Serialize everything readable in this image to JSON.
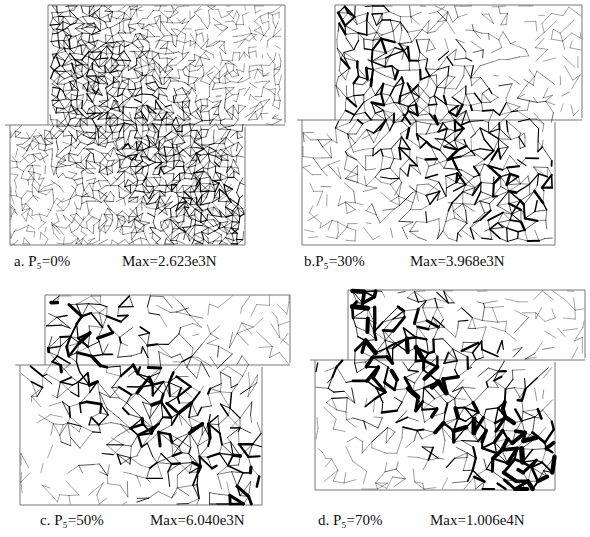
{
  "diagram": {
    "labels": [
      "a. P₅=0%",
      "Max=2.623e3N",
      "b.P₅=30%",
      "Max=3.968e3N",
      "c. P₅=50%",
      "Max=6.040e3N",
      "d. P₅=70%",
      "Max=1.006e4N"
    ]
  }
}
